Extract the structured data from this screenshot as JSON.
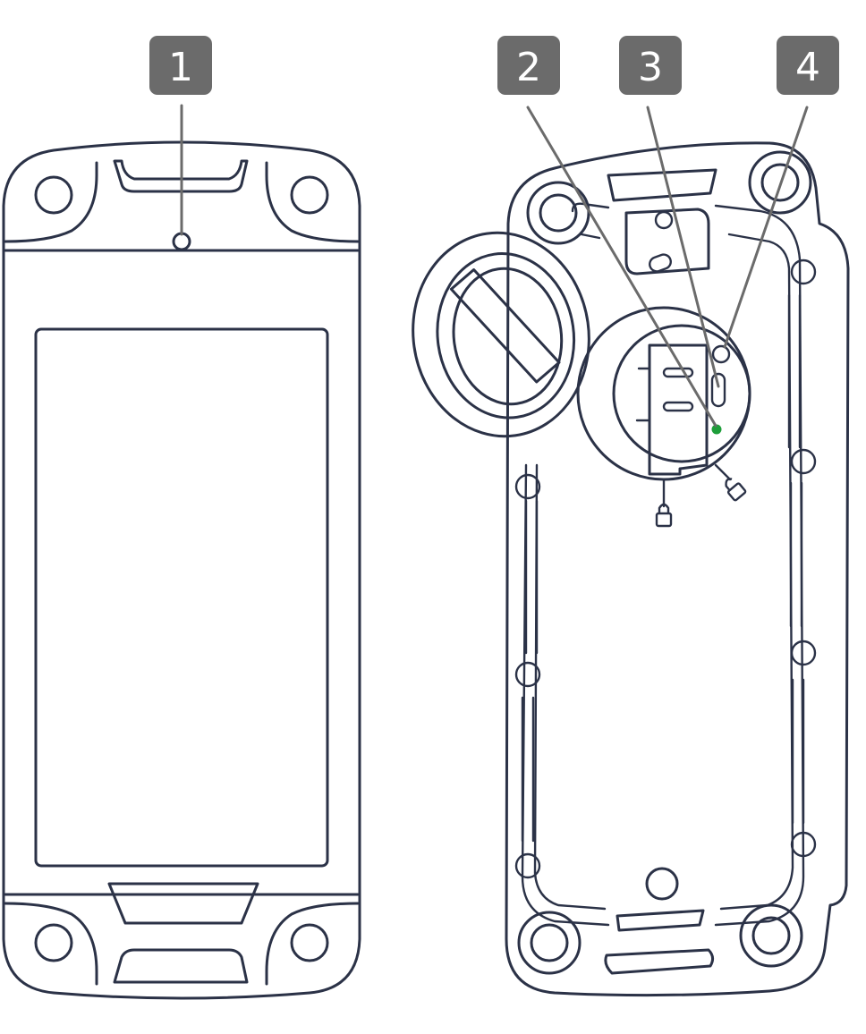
{
  "callouts": [
    {
      "label": "1",
      "target": "front-sensor-hole"
    },
    {
      "label": "2",
      "target": "status-led"
    },
    {
      "label": "3",
      "target": "usb-port"
    },
    {
      "label": "4",
      "target": "reset-button"
    }
  ],
  "colors": {
    "outline": "#2b3247",
    "badge": "#6b6b6b",
    "led": "#1e9e3a",
    "background": "#ffffff"
  },
  "icons": [
    "lock-icon",
    "unlock-icon"
  ]
}
